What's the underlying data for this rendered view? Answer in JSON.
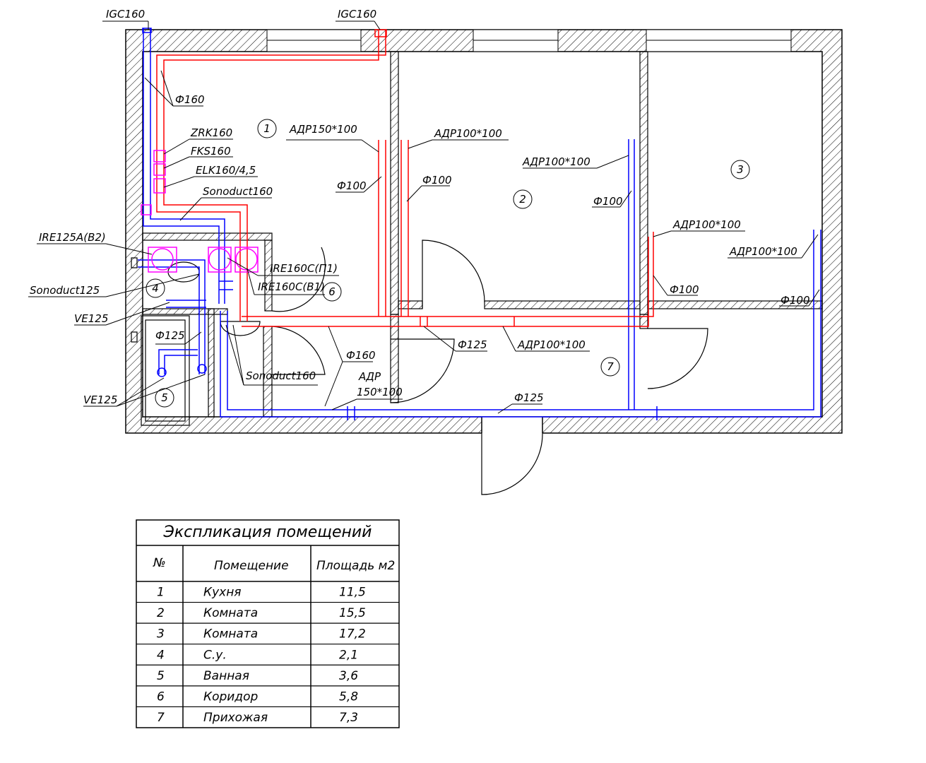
{
  "labels": {
    "igc_left": "IGC160",
    "igc_right": "IGC160",
    "phi160_top": "Ф160",
    "zrk": "ZRK160",
    "fks": "FKS160",
    "elk": "ELK160/4,5",
    "sonoduct160_top": "Sonoduct160",
    "ire125a": "IRE125A(В2)",
    "sonoduct125": "Sonoduct125",
    "ve125_a": "VE125",
    "ve125_b": "VE125",
    "ire160c_p1": "IRE160C(П1)",
    "ire160c_b1": "IRE160C(В1)",
    "phi125_bath": "Ф125",
    "sonoduct160_bottom": "Sonoduct160",
    "adr150_top": "АДР150*100",
    "adr100_room2_left": "АДР100*100",
    "adr100_room2_right": "АДР100*100",
    "adr100_room3_left": "АДР100*100",
    "adr100_room3_right": "АДР100*100",
    "adr100_corridor": "АДР100*100",
    "phi100_a": "Ф100",
    "phi100_b": "Ф100",
    "phi100_c": "Ф100",
    "phi100_d": "Ф100",
    "phi100_e": "Ф100",
    "phi125_corr": "Ф125",
    "phi160_corr": "Ф160",
    "adr_bottom_1": "АДР",
    "adr_bottom_2": "150*100",
    "phi125_bottom": "Ф125"
  },
  "rooms": [
    "1",
    "2",
    "3",
    "4",
    "5",
    "6",
    "7"
  ],
  "table": {
    "title": "Экспликация помещений",
    "headers": [
      "№",
      "Помещение",
      "Площадь м2"
    ],
    "rows": [
      [
        "1",
        "Кухня",
        "11,5"
      ],
      [
        "2",
        "Комната",
        "15,5"
      ],
      [
        "3",
        "Комната",
        "17,2"
      ],
      [
        "4",
        "С.у.",
        "2,1"
      ],
      [
        "5",
        "Ванная",
        "3,6"
      ],
      [
        "6",
        "Коридор",
        "5,8"
      ],
      [
        "7",
        "Прихожая",
        "7,3"
      ]
    ]
  },
  "colors": {
    "supply": "#ff0000",
    "exhaust": "#0000ff",
    "equipment": "#ff00ff",
    "wall": "#000000"
  }
}
